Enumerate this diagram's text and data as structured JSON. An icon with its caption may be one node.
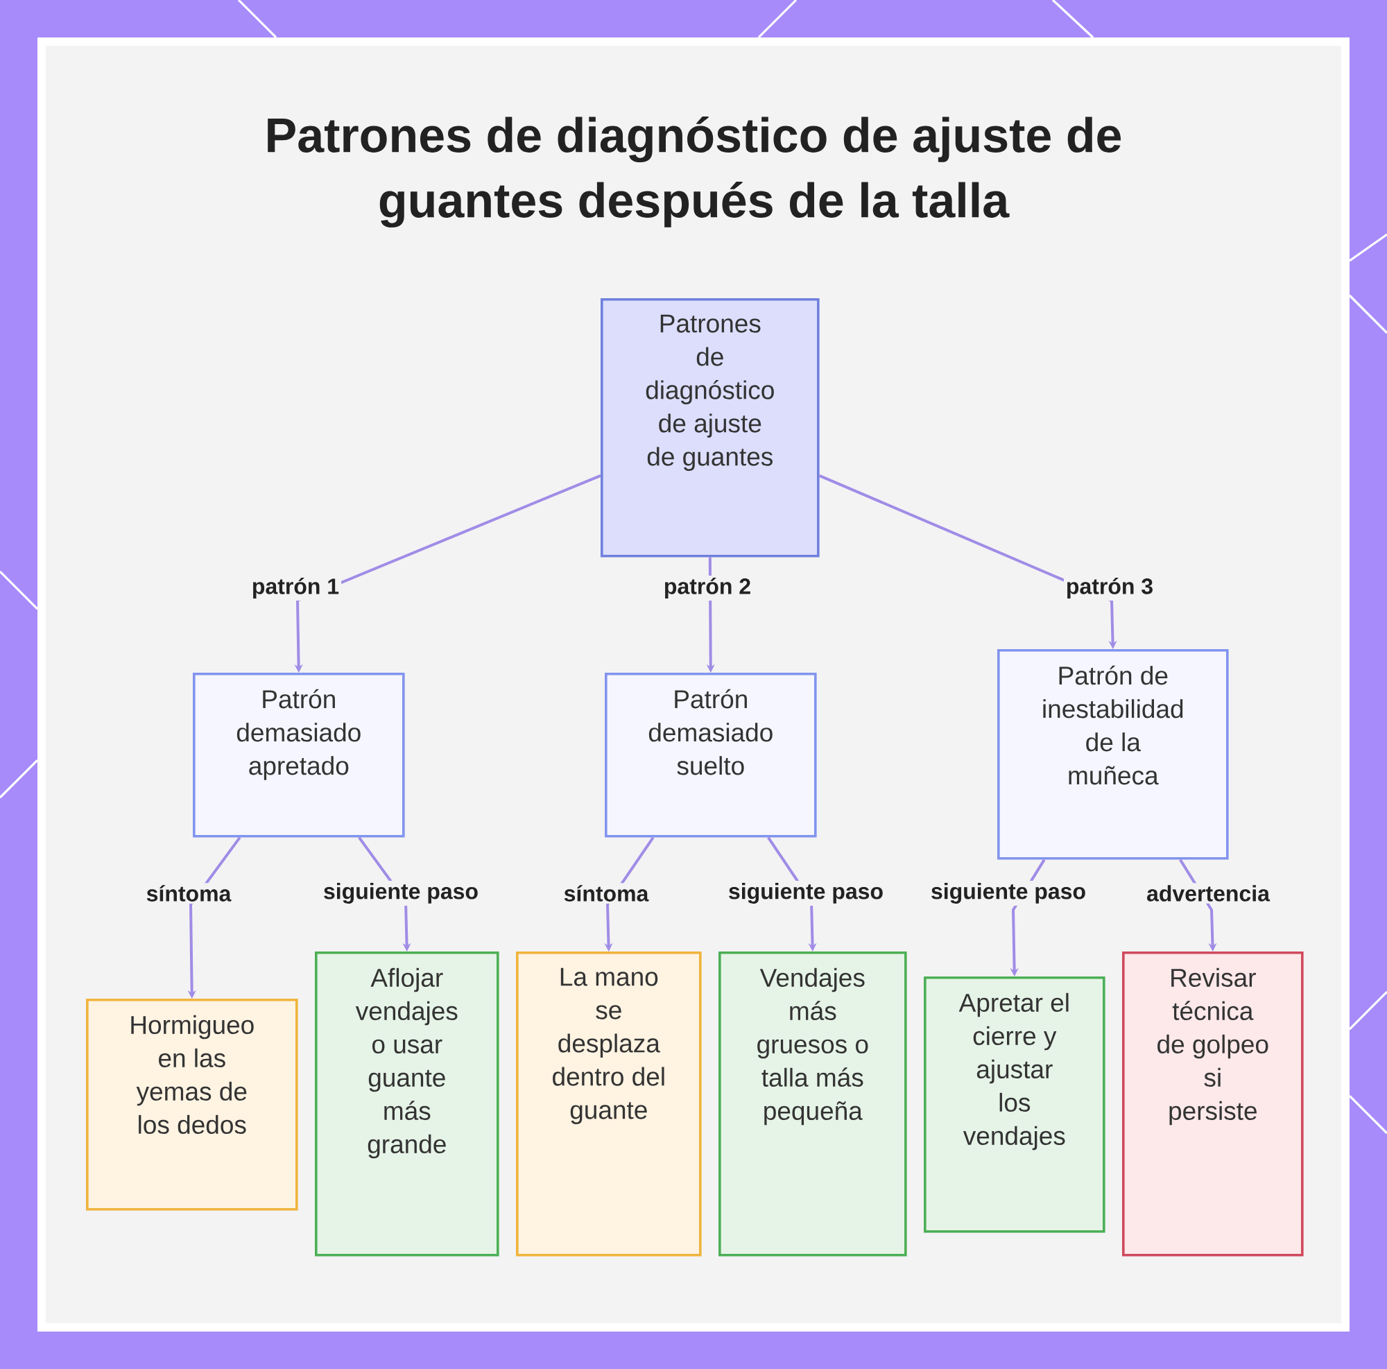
{
  "diagram": {
    "title": "Patrones de diagnóstico de ajuste de guantes después de la talla",
    "nodes": [
      {
        "text": [
          "Patrones de diagnóstico de ajuste de guantes"
        ]
      },
      {
        "text": [
          "Patrón demasiado apretado"
        ]
      },
      {
        "text": [
          "Patrón demasiado suelto"
        ]
      },
      {
        "text": [
          "Patrón de inestabilidad de la muñeca"
        ]
      },
      {
        "text": [
          "Hormigueo en las yemas de los dedos"
        ]
      },
      {
        "text": [
          "Aflojar vendajes o usar guante más grande"
        ]
      },
      {
        "text": [
          "La mano se desplaza dentro del guante"
        ]
      },
      {
        "text": [
          "Vendajes más gruesos o talla más pequeña"
        ]
      },
      {
        "text": [
          "Apretar el cierre y ajustar los vendajes"
        ]
      },
      {
        "text": [
          "Revisar técnica de golpeo si persiste"
        ]
      }
    ],
    "edges": [
      {
        "from": 0,
        "to": 1,
        "arrow": "to",
        "label": "patrón 1"
      },
      {
        "from": 0,
        "to": 2,
        "arrow": "to",
        "label": "patrón 2"
      },
      {
        "from": 0,
        "to": 3,
        "arrow": "to",
        "label": "patrón 3"
      },
      {
        "from": 1,
        "to": 4,
        "arrow": "to",
        "label": "síntoma"
      },
      {
        "from": 1,
        "to": 5,
        "arrow": "to",
        "label": "siguiente paso"
      },
      {
        "from": 2,
        "to": 6,
        "arrow": "to",
        "label": "síntoma"
      },
      {
        "from": 2,
        "to": 7,
        "arrow": "to",
        "label": "siguiente paso"
      },
      {
        "from": 3,
        "to": 8,
        "arrow": "to",
        "label": "siguiente paso"
      },
      {
        "from": 3,
        "to": 9,
        "arrow": "to",
        "label": "advertencia"
      }
    ]
  }
}
